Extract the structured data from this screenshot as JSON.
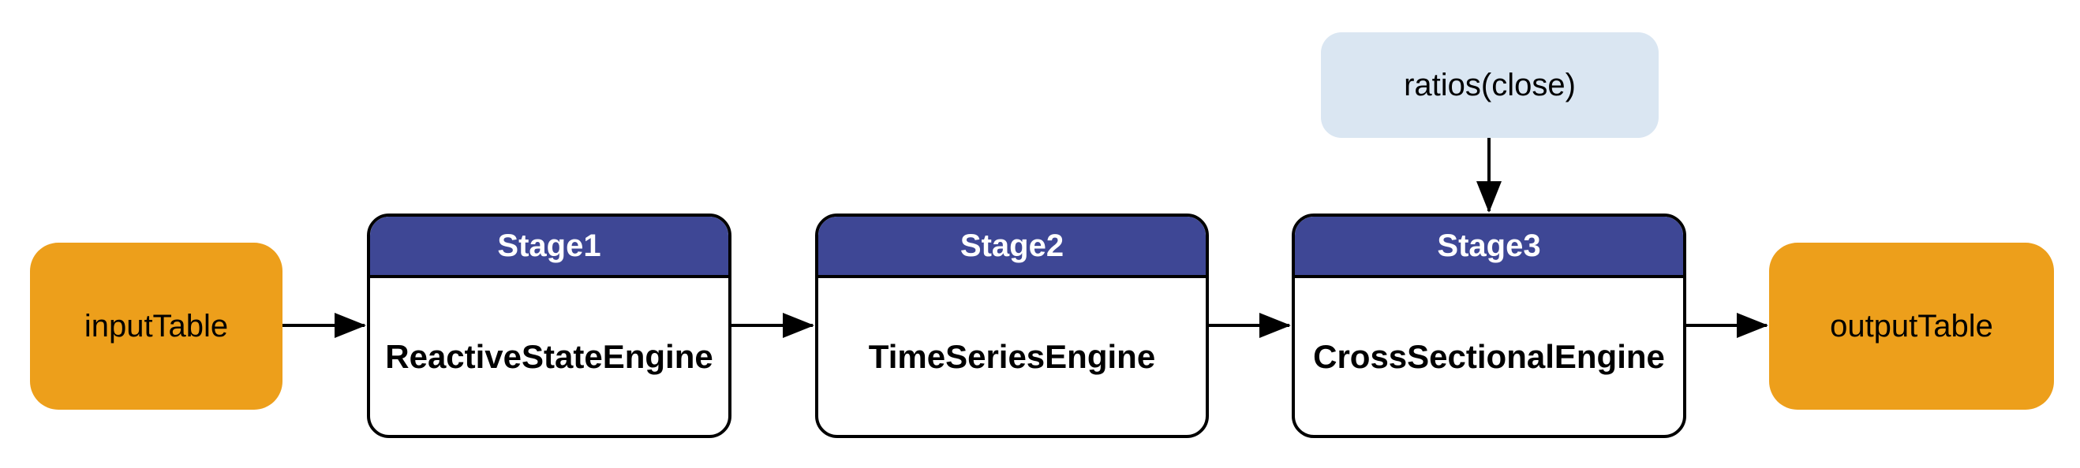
{
  "diagram": {
    "type": "flowchart",
    "direction": "left-to-right",
    "nodes": {
      "input_table": {
        "label": "inputTable",
        "shape": "rounded-rect",
        "fill": "#ED9F1B"
      },
      "stage1": {
        "title": "Stage1",
        "body": "ReactiveStateEngine"
      },
      "stage2": {
        "title": "Stage2",
        "body": "TimeSeriesEngine"
      },
      "stage3": {
        "title": "Stage3",
        "body": "CrossSectionalEngine"
      },
      "annotation": {
        "label": "ratios(close)",
        "shape": "rounded-rect",
        "fill": "#DAE6F2"
      },
      "output_table": {
        "label": "outputTable",
        "shape": "rounded-rect",
        "fill": "#ED9F1B"
      }
    },
    "edges": [
      {
        "from": "input_table",
        "to": "stage1"
      },
      {
        "from": "stage1",
        "to": "stage2"
      },
      {
        "from": "stage2",
        "to": "stage3"
      },
      {
        "from": "annotation",
        "to": "stage3"
      },
      {
        "from": "stage3",
        "to": "output_table"
      }
    ],
    "colors": {
      "table_fill": "#ED9F1B",
      "stage_header_fill": "#3E4795",
      "stage_header_text": "#ffffff",
      "stage_body_fill": "#ffffff",
      "annotation_fill": "#DAE6F2",
      "border": "#000000",
      "arrow": "#000000",
      "text": "#000000",
      "page_bg": "#ffffff"
    }
  }
}
